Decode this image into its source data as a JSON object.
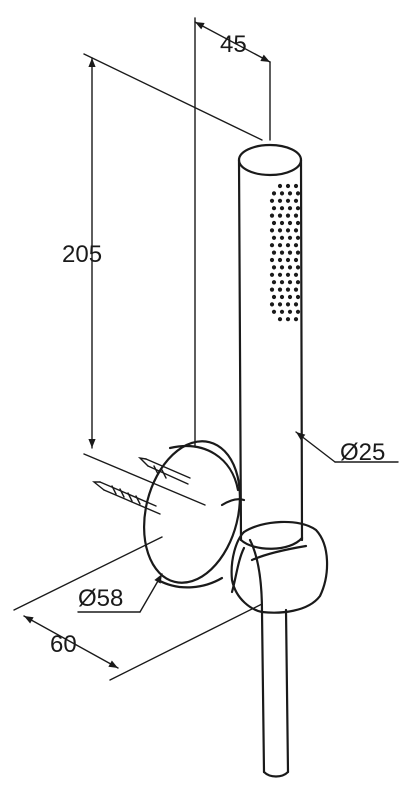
{
  "dimensions": {
    "width": "45",
    "height": "205",
    "handle_diameter": "Ø25",
    "bracket_diameter": "Ø58",
    "projection": "60"
  }
}
